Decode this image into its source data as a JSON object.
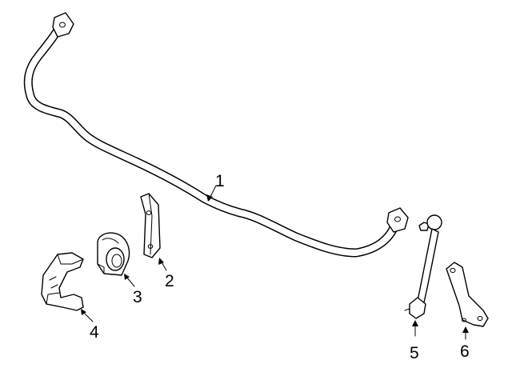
{
  "diagram": {
    "callouts": [
      {
        "id": "1",
        "label": "1",
        "part": "stabilizer-bar"
      },
      {
        "id": "2",
        "label": "2",
        "part": "bushing-clamp-plate"
      },
      {
        "id": "3",
        "label": "3",
        "part": "bushing"
      },
      {
        "id": "4",
        "label": "4",
        "part": "bushing-bracket"
      },
      {
        "id": "5",
        "label": "5",
        "part": "stabilizer-link"
      },
      {
        "id": "6",
        "label": "6",
        "part": "link-bracket"
      }
    ]
  }
}
